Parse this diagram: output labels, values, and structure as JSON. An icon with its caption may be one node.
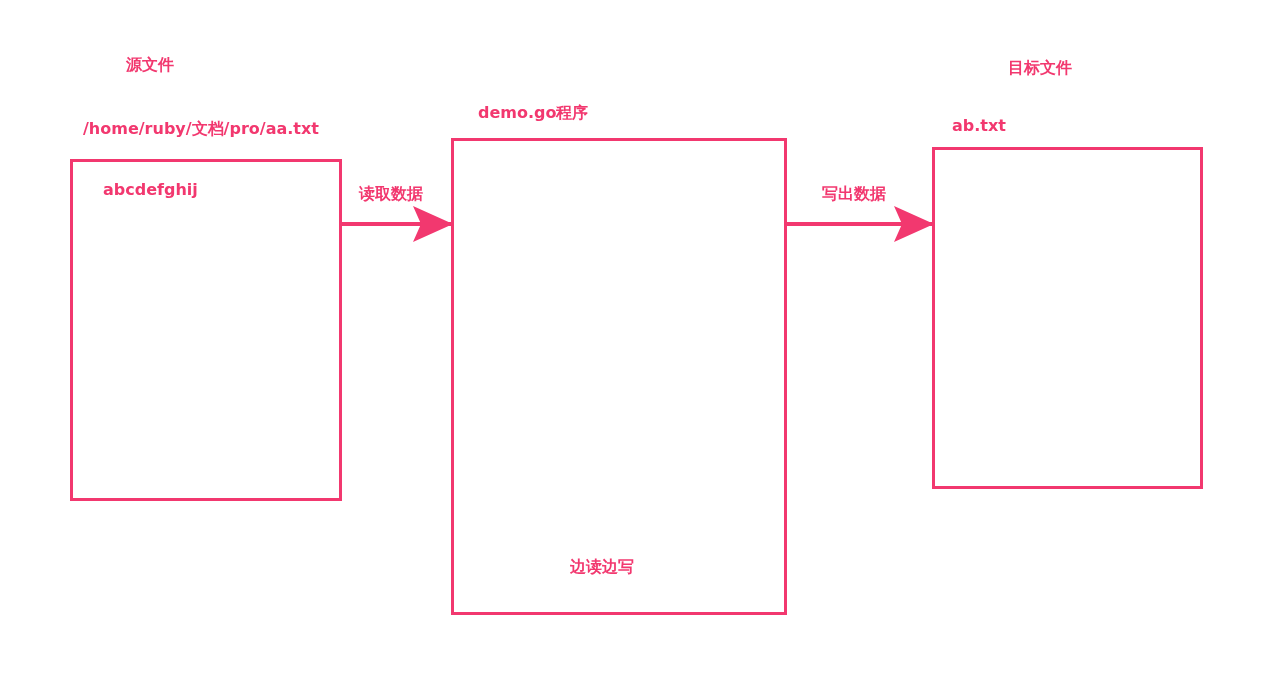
{
  "diagram": {
    "nodes": [
      {
        "text": [
          "源文件",
          "/home/ruby/文档/pro/aa.txt",
          "abcdefghij"
        ]
      },
      {
        "text": [
          "demo.go程序",
          "边读边写"
        ]
      },
      {
        "text": [
          "目标文件",
          "ab.txt"
        ]
      }
    ],
    "edges": [
      {
        "from": 0,
        "to": 1,
        "arrow": "to",
        "label": "读取数据"
      },
      {
        "from": 1,
        "to": 2,
        "arrow": "to",
        "label": "写出数据"
      }
    ]
  }
}
